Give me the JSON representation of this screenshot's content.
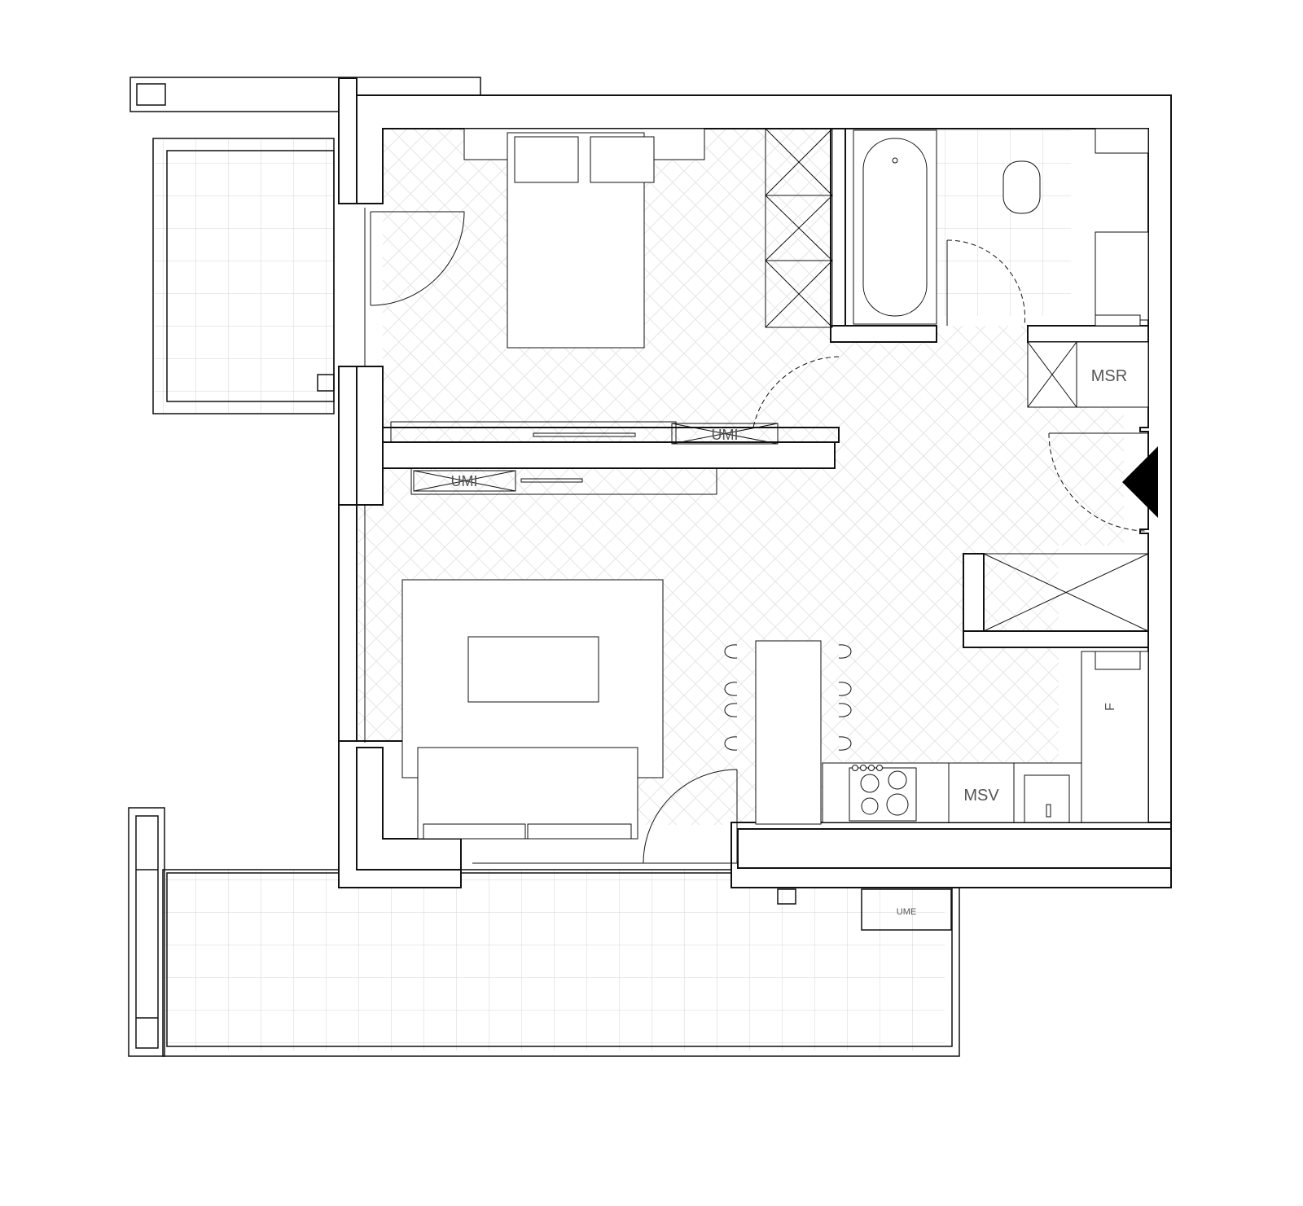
{
  "labels": {
    "umi_bedroom": "UMI",
    "umi_living": "UMI",
    "msr": "MSR",
    "msv": "MSV",
    "fridge": "F",
    "ume": "UME"
  },
  "colors": {
    "wall_fill": "#ffffff",
    "line": "#111111",
    "light_line": "#c8c8c8",
    "herringbone": "#e6e6e6",
    "entrance_arrow": "#000000"
  },
  "icons": {
    "entrance": "entrance-arrow-icon"
  }
}
